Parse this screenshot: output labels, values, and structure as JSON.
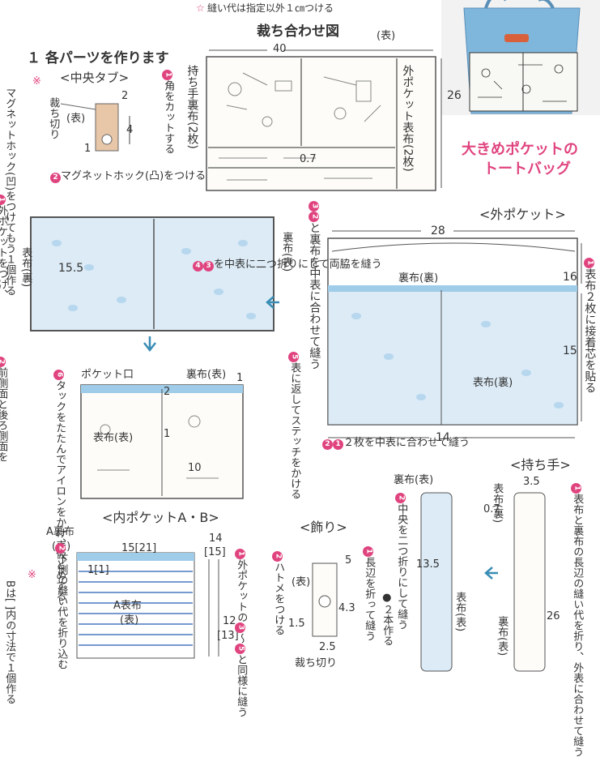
{
  "header": {
    "seam_note_mark": "☆",
    "seam_note": "縫い代は指定以外１㎝つける",
    "layout_title": "裁ち合わせ図"
  },
  "cut_layout": {
    "omote": "(表)",
    "width": "40",
    "height": "26",
    "soto_pocket": "外ポケット表布(2枚)",
    "handle_ura": "持ち手裏布(2枚)",
    "gap": "0.7"
  },
  "section1": {
    "title": "１ 各パーツを作ります",
    "sub": "<中央タブ>"
  },
  "tab": {
    "cut": "裁ち切り",
    "omote": "(表)",
    "dim2": "2",
    "dim4": "4",
    "dim1": "1",
    "note1": "角をカットする",
    "note2": "マグネットホック(凸)をつける",
    "note_mark": "※",
    "note_side": "マグネットホック(凹)をつけてもう１個作る"
  },
  "product": {
    "title_line1": "大きめポケットの",
    "title_line2": "トートバッグ"
  },
  "outer_pocket": {
    "title": "<外ポケット>",
    "width": "28",
    "height16": "16",
    "height15": "15",
    "bottom14": "14",
    "uranuno": "裏布(裏)",
    "omote_ura": "表布(裏)",
    "step1": "表布２枚に接着芯を貼る",
    "step2": "２枚を中表に合わせて縫う",
    "step3": "と裏布を中表に合わせて縫う"
  },
  "folded": {
    "omote_ura": "表布(裏)",
    "dim": "15.5",
    "ura_omote": "裏布(表)",
    "step": "を中表に二つ折りにして両脇を縫う"
  },
  "finished": {
    "pocket_mouth": "ポケット口",
    "ura_omote": "裏布(表)",
    "omote_omote": "表布(表)",
    "d2": "2",
    "d1a": "1",
    "d1b": "1",
    "d10": "10",
    "step5": "表に返してステッチをかける",
    "step6": "タックをたたんでアイロンをかけ、仮どめする"
  },
  "left_cut": {
    "step": "外ポケットをつけ、",
    "step2": "前側面と後ろ側面を"
  },
  "inner_pocket": {
    "title": "<内ポケットA・B>",
    "ura_label": "A裏布",
    "ura_omote": "(表)",
    "w": "15[21]",
    "one": "1[1]",
    "a_omote": "A表布",
    "a_omote2": "(表)",
    "h14": "14",
    "h15": "[15]",
    "h12": "12",
    "h13": "[13]",
    "step": "下側の縫い代を折り込む",
    "note_mark": "※",
    "note": "Bは[ ]内の寸法で１個作る",
    "step_right": "外ポケットの",
    "step_right2": "〜",
    "step_right3": "と同様に縫う"
  },
  "decor": {
    "title": "<飾り>",
    "d5": "5",
    "omote": "(表)",
    "d43": "4.3",
    "d15": "1.5",
    "d25": "2.5",
    "cut": "裁ち切り",
    "step1": "長辺を折って縫う",
    "step2": "ハトメをつける"
  },
  "handle": {
    "title": "<持ち手>",
    "ura_omote": "裏布(表)",
    "step2": "中央を二つ折りにして縫う",
    "count": "●２本作る",
    "d135": "13.5",
    "omote_omote": "表布(表)",
    "d35": "3.5",
    "d07": "0.7",
    "omote_ura": "表布(裏)",
    "ura_ura": "裏布(表)",
    "d26": "26",
    "step1": "表布と裏布の長辺の縫い代を折り、外表に合わせて縫う"
  },
  "colors": {
    "accent": "#e0447f",
    "blue": "#a8d4ee",
    "outline": "#5a5a5a"
  }
}
